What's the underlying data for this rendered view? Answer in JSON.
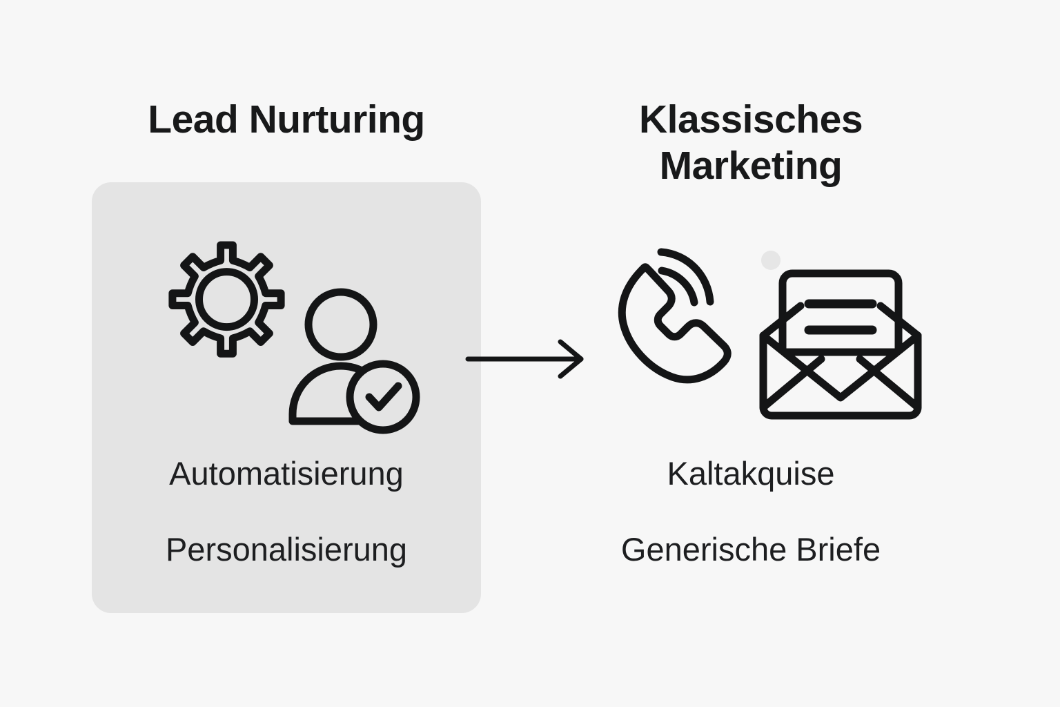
{
  "page": {
    "background_color": "#f7f7f7",
    "ink_color": "#18191a"
  },
  "comparison": {
    "left": {
      "heading": "Lead Nurturing",
      "card_color": "#e4e4e4",
      "icon": "gear-user-check-icon",
      "labels": [
        "Automatisierung",
        "Personalisierung"
      ]
    },
    "right": {
      "heading": "Klassisches\nMarketing",
      "icons": [
        "phone-ringing-icon",
        "open-envelope-letter-icon"
      ],
      "decoration": "grey-dot",
      "labels": [
        "Kaltakquise",
        "Generische Briefe"
      ]
    },
    "connector": {
      "icon": "arrow-right-icon",
      "direction": "left-to-right"
    }
  }
}
